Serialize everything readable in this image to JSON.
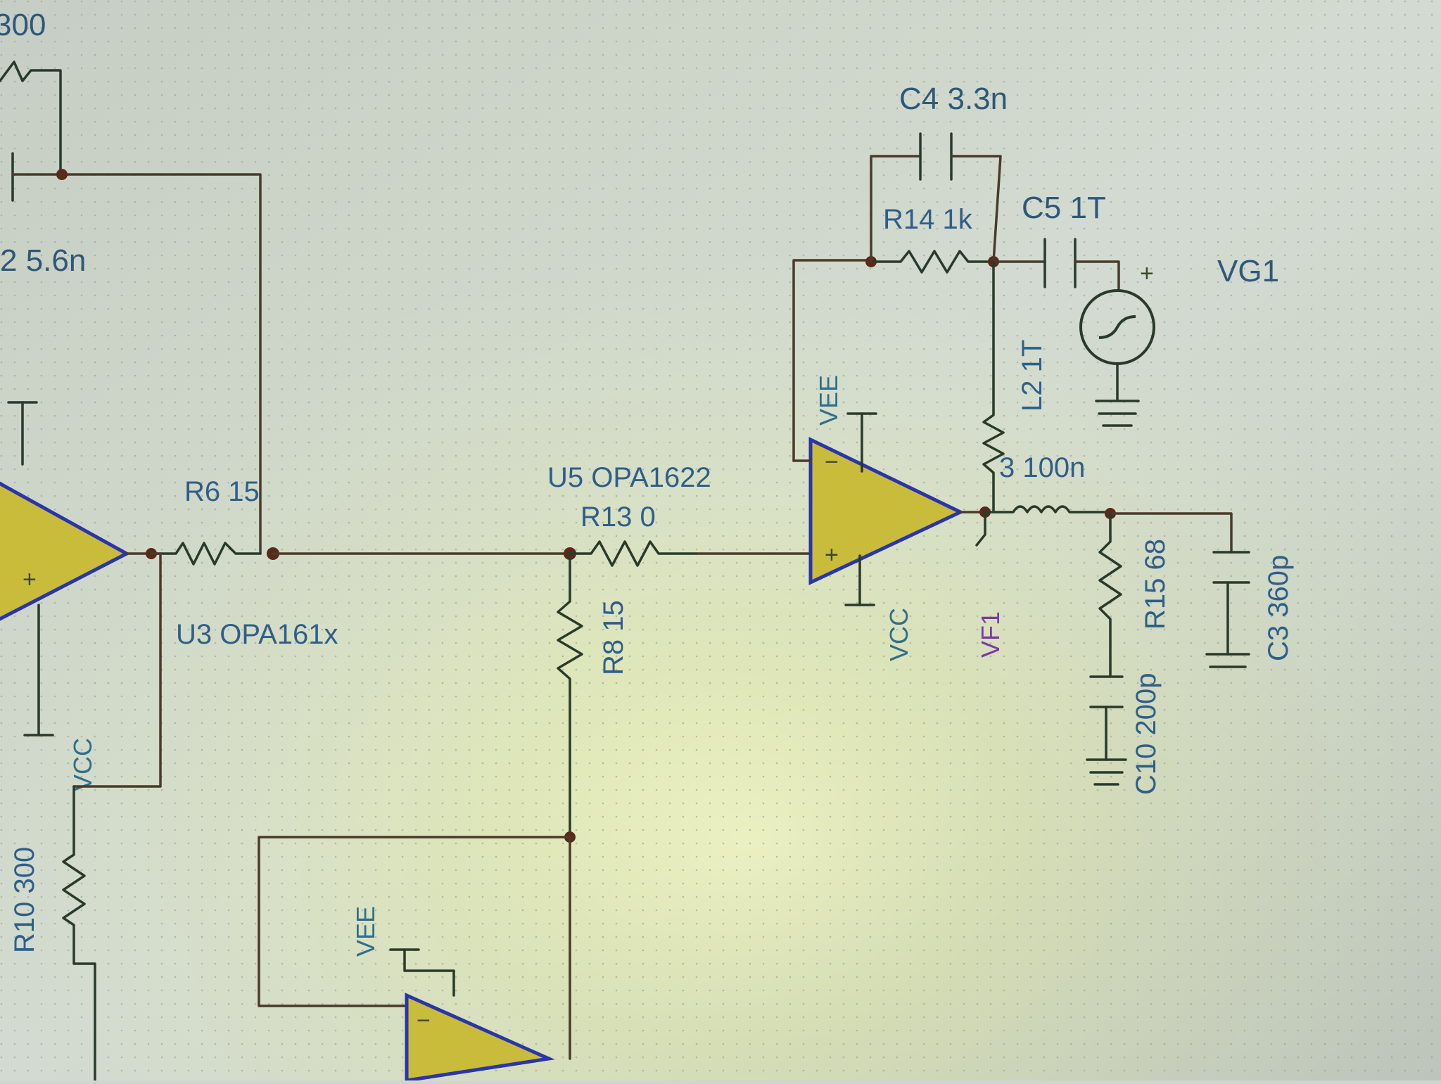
{
  "components": {
    "r_top": {
      "label": "300"
    },
    "c2": {
      "label": "2 5.6n"
    },
    "r6": {
      "label": "R6 15"
    },
    "u3": {
      "label": "U3 OPA161x"
    },
    "u5": {
      "label": "U5 OPA1622"
    },
    "r13": {
      "label": "R13 0"
    },
    "r8": {
      "label": "R8 15"
    },
    "c4": {
      "label": "C4 3.3n"
    },
    "r14": {
      "label": "R14 1k"
    },
    "c5": {
      "label": "C5 1T"
    },
    "vg1": {
      "label": "VG1"
    },
    "l2": {
      "label": "L2 1T"
    },
    "l3": {
      "label": "3 100n"
    },
    "vf1": {
      "label": "VF1"
    },
    "r15": {
      "label": "R15 68"
    },
    "c3": {
      "label": "C3 360p"
    },
    "c10": {
      "label": "C10 200p"
    },
    "r10": {
      "label": "R10 300"
    },
    "u5_vee": {
      "label": "VEE"
    },
    "u5_vcc": {
      "label": "VCC"
    },
    "u3_vcc": {
      "label": "VCC"
    },
    "u_bottom_vee": {
      "label": "VEE"
    }
  },
  "pins": {
    "plus": "+",
    "minus": "−"
  },
  "colors": {
    "background": "#cfd6cf",
    "opamp_fill": "#c8bc3a",
    "opamp_outline": "#2a35a8",
    "wire": "#4a3a2a",
    "label": "#2f5f88",
    "probe_label": "#7a3aa8"
  }
}
